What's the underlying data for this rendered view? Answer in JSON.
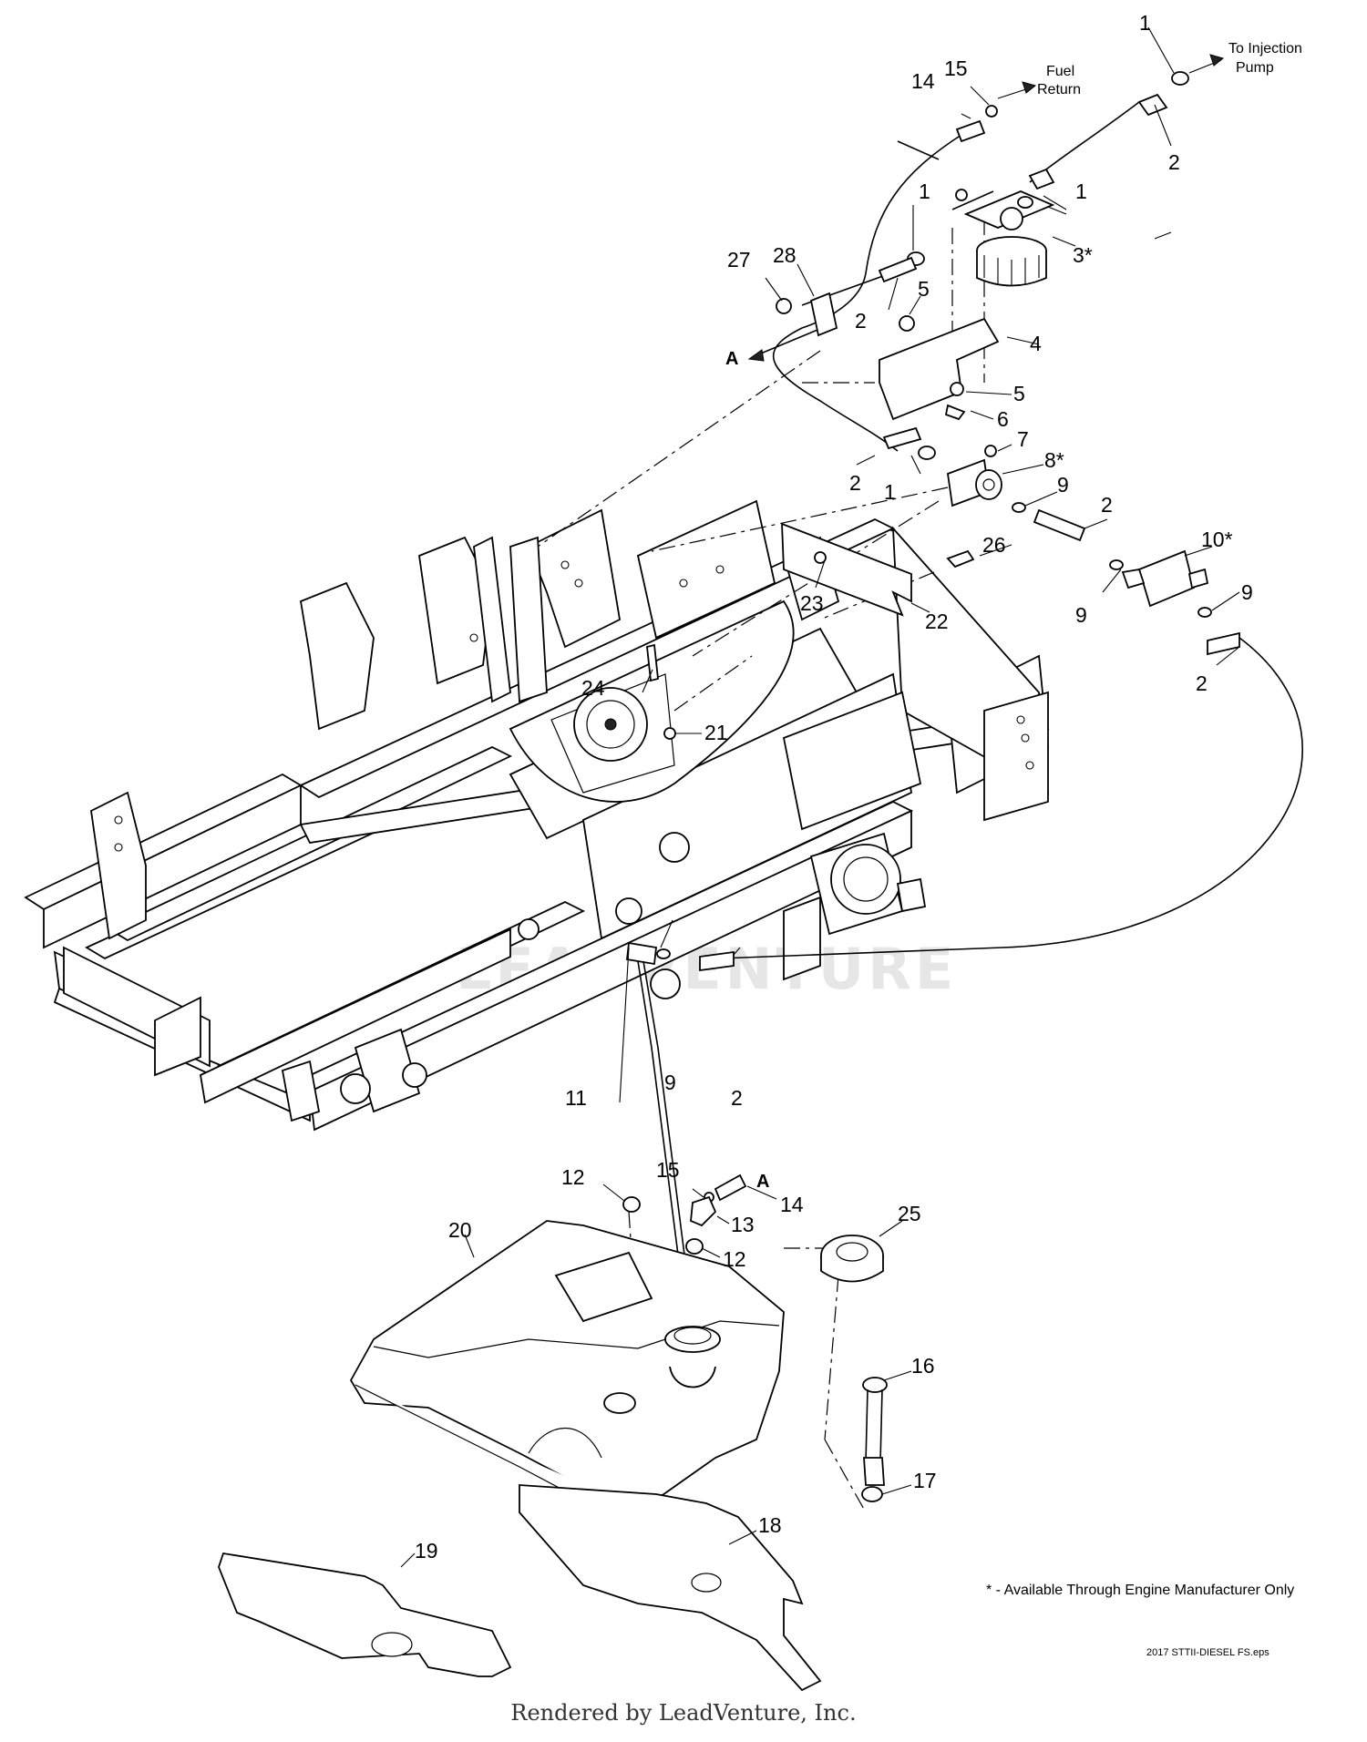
{
  "diagram": {
    "watermark": "LEADVENTURE",
    "labels": {
      "to_injection_pump": [
        "To Injection",
        "Pump"
      ],
      "fuel_return": [
        "Fuel",
        "Return"
      ],
      "arrow_ref_a": "A",
      "footnote": "* - Available Through Engine Manufacturer Only",
      "file_name": "2017 STTII-DIESEL FS.eps"
    },
    "callouts": [
      "1",
      "2",
      "3*",
      "4",
      "5",
      "6",
      "7",
      "8*",
      "9",
      "10*",
      "11",
      "12",
      "13",
      "14",
      "15",
      "16",
      "17",
      "18",
      "19",
      "20",
      "21",
      "22",
      "23",
      "24",
      "25",
      "26",
      "27",
      "28"
    ]
  },
  "footer": {
    "text": "Rendered by LeadVenture, Inc."
  }
}
